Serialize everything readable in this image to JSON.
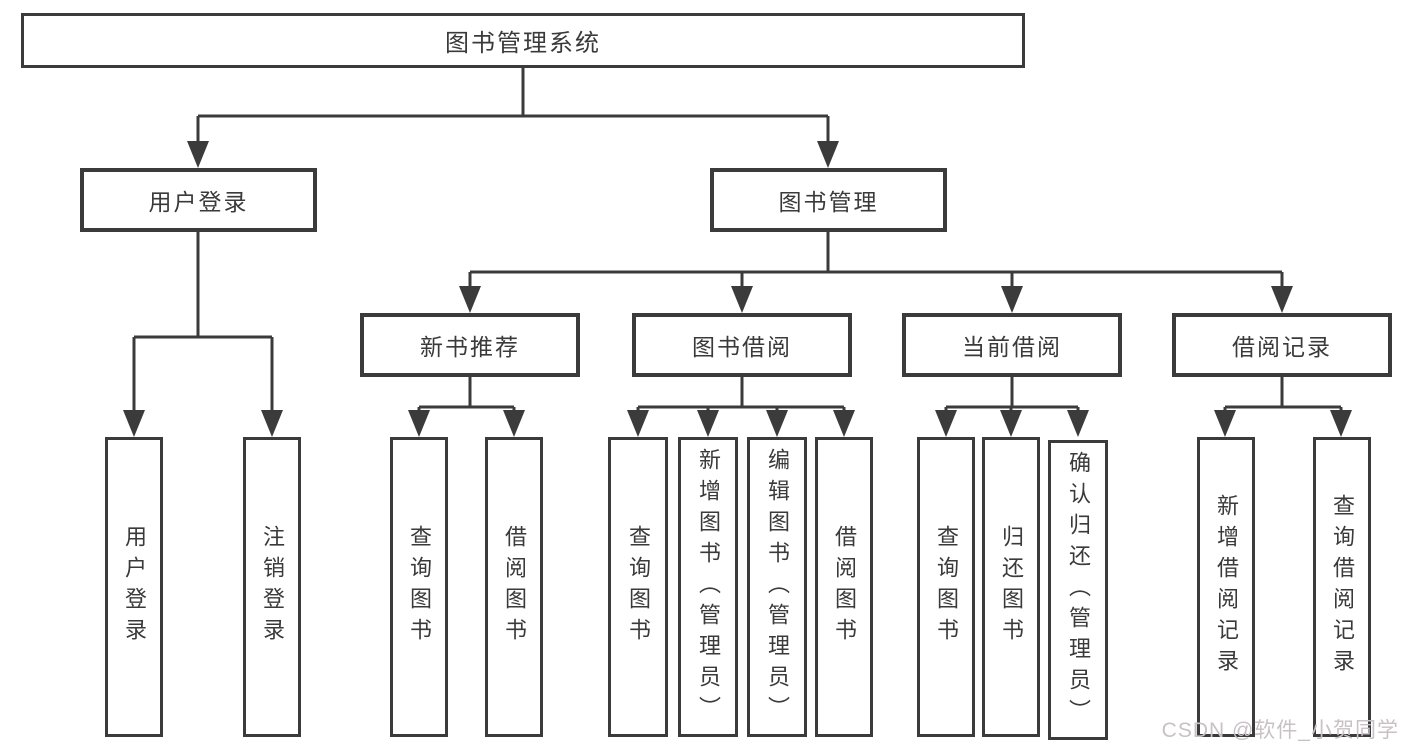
{
  "diagram": {
    "background": "#ffffff",
    "line_color": "#3b3b3b",
    "text_color": "#3a3a3a",
    "root": {
      "label": "图书管理系统"
    },
    "branches": [
      {
        "label": "用户登录",
        "children": [
          {
            "label": "用户登录"
          },
          {
            "label": "注销登录"
          }
        ]
      },
      {
        "label": "图书管理",
        "children": [
          {
            "label": "新书推荐",
            "children": [
              {
                "label": "查询图书"
              },
              {
                "label": "借阅图书"
              }
            ]
          },
          {
            "label": "图书借阅",
            "children": [
              {
                "label": "查询图书"
              },
              {
                "label": "新增图书（管理员）"
              },
              {
                "label": "编辑图书（管理员）"
              },
              {
                "label": "借阅图书"
              }
            ]
          },
          {
            "label": "当前借阅",
            "children": [
              {
                "label": "查询图书"
              },
              {
                "label": "归还图书"
              },
              {
                "label": "确认归还（管理员）"
              }
            ]
          },
          {
            "label": "借阅记录",
            "children": [
              {
                "label": "新增借阅记录"
              },
              {
                "label": "查询借阅记录"
              }
            ]
          }
        ]
      }
    ]
  },
  "watermark": {
    "text": "CSDN @软件_小贺同学",
    "color": "#c8c1c5"
  }
}
